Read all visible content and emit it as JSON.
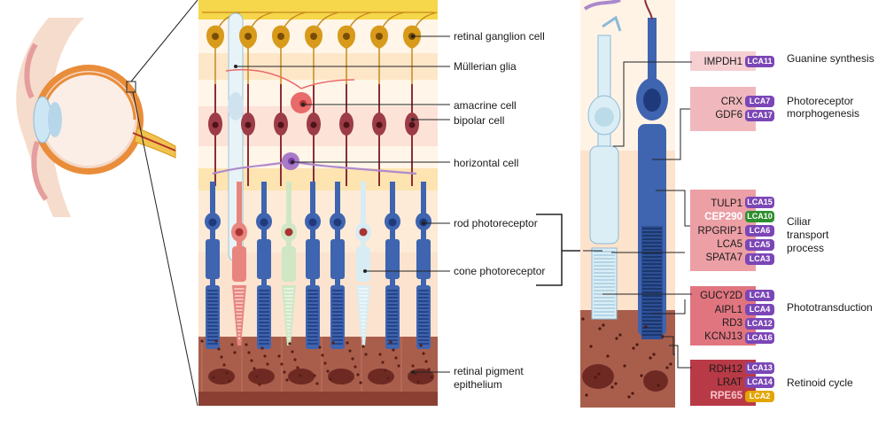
{
  "retina_labels": [
    {
      "text": "retinal ganglion cell"
    },
    {
      "text": "Müllerian glia"
    },
    {
      "text": "amacrine cell"
    },
    {
      "text": "bipolar cell"
    },
    {
      "text": "horizontal cell"
    },
    {
      "text": "rod photoreceptor"
    },
    {
      "text": "cone photoreceptor"
    },
    {
      "text": "retinal pigment"
    },
    {
      "text": "epithelium"
    }
  ],
  "groups": [
    {
      "process": [
        "Guanine synthesis"
      ],
      "genes": [
        {
          "gene": "IMPDH1",
          "lca": "LCA11"
        }
      ]
    },
    {
      "process": [
        "Photoreceptor",
        "morphogenesis"
      ],
      "genes": [
        {
          "gene": "CRX",
          "lca": "LCA7"
        },
        {
          "gene": "GDF6",
          "lca": "LCA17"
        }
      ]
    },
    {
      "process": [
        "Ciliar",
        "transport",
        "process"
      ],
      "genes": [
        {
          "gene": "TULP1",
          "lca": "LCA15"
        },
        {
          "gene": "CEP290",
          "lca": "LCA10"
        },
        {
          "gene": "RPGRIP1",
          "lca": "LCA6"
        },
        {
          "gene": "LCA5",
          "lca": "LCA5"
        },
        {
          "gene": "SPATA7",
          "lca": "LCA3"
        }
      ]
    },
    {
      "process": [
        "Phototransduction"
      ],
      "genes": [
        {
          "gene": "GUCY2D",
          "lca": "LCA1"
        },
        {
          "gene": "AIPL1",
          "lca": "LCA4"
        },
        {
          "gene": "RD3",
          "lca": "LCA12"
        },
        {
          "gene": "KCNJ13",
          "lca": "LCA16"
        }
      ]
    },
    {
      "process": [
        "Retinoid cycle"
      ],
      "genes": [
        {
          "gene": "RDH12",
          "lca": "LCA13"
        },
        {
          "gene": "LRAT",
          "lca": "LCA14"
        },
        {
          "gene": "RPE65",
          "lca": "LCA2"
        }
      ]
    }
  ],
  "colors": {
    "rod": "#3f64b0",
    "rod_light": "#dbeef5",
    "cone_red": "#e8857f",
    "cone_green": "#cfe7c4",
    "ganglion": "#d89a1a",
    "bipolar": "#9c3c46",
    "amacrine": "#e86a6a",
    "horizontal": "#a97bc7",
    "rpe": "#9c5a48",
    "badge_purple": "#7b46b6",
    "badge_green": "#2e8f2e",
    "badge_gold": "#e3a500"
  }
}
